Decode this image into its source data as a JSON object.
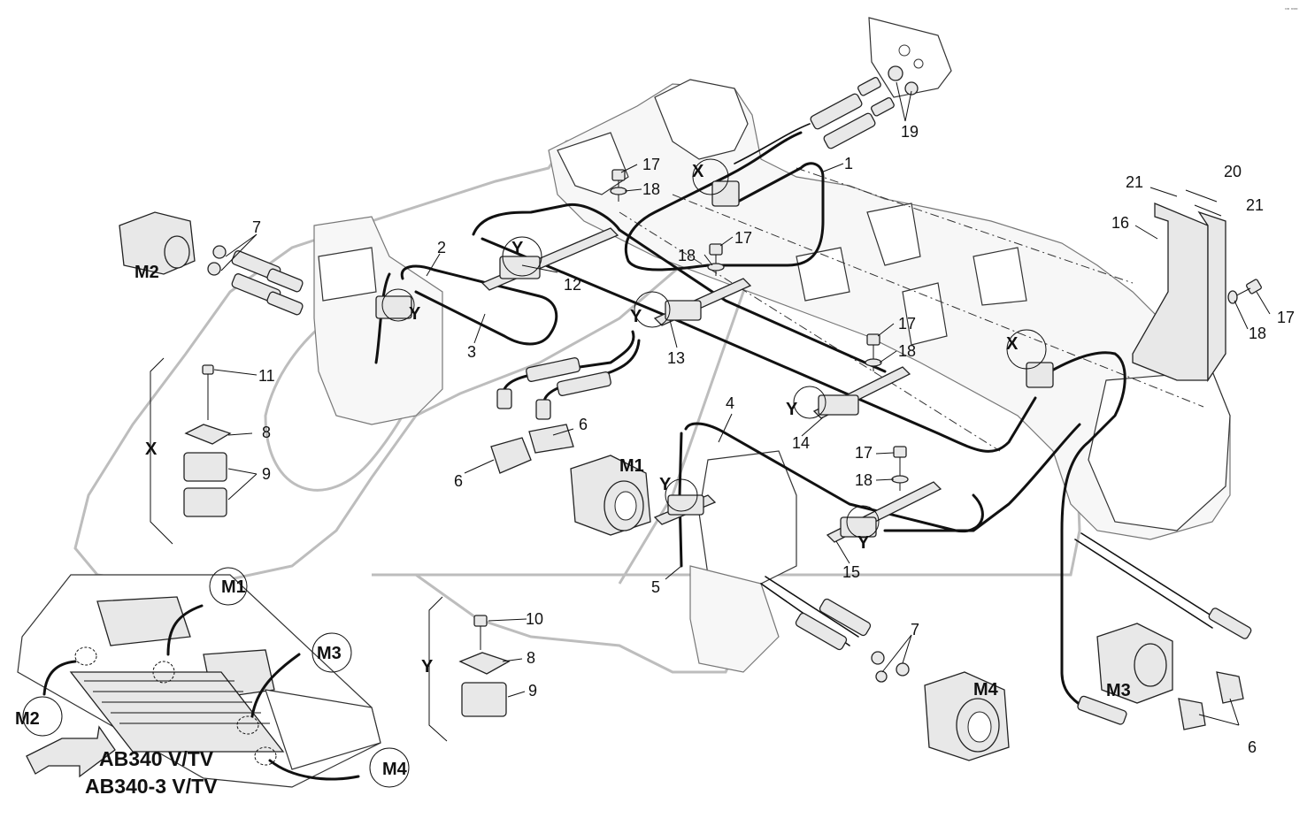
{
  "corner_mark": "▫▫ ▫▫▫",
  "callouts": {
    "c1": "1",
    "c2": "2",
    "c3": "3",
    "c4": "4",
    "c5": "5",
    "c6a": "6",
    "c6b": "6",
    "c6c": "6",
    "c7a": "7",
    "c7b": "7",
    "c8a": "8",
    "c8b": "8",
    "c9a": "9",
    "c9b": "9",
    "c10": "10",
    "c11": "11",
    "c12": "12",
    "c13": "13",
    "c14": "14",
    "c15": "15",
    "c16": "16",
    "c17a": "17",
    "c17b": "17",
    "c17c": "17",
    "c17d": "17",
    "c17e": "17",
    "c18a": "18",
    "c18b": "18",
    "c18c": "18",
    "c18d": "18",
    "c18e": "18",
    "c19": "19",
    "c20": "20",
    "c21a": "21",
    "c21b": "21"
  },
  "motors": {
    "m1": "M1",
    "m2": "M2",
    "m3": "M3",
    "m4": "M4",
    "m1_overview": "M1",
    "m2_overview": "M2",
    "m3_overview": "M3",
    "m4_overview": "M4"
  },
  "details": {
    "x_top": "X",
    "x_right": "X",
    "x_detail": "X",
    "y_top": "Y",
    "y_left": "Y",
    "y_mid": "Y",
    "y_center": "Y",
    "y_low": "Y",
    "y_right": "Y",
    "y_detail": "Y"
  },
  "models": {
    "line1": "AB340 V/TV",
    "line2": "AB340-3 V/TV"
  }
}
